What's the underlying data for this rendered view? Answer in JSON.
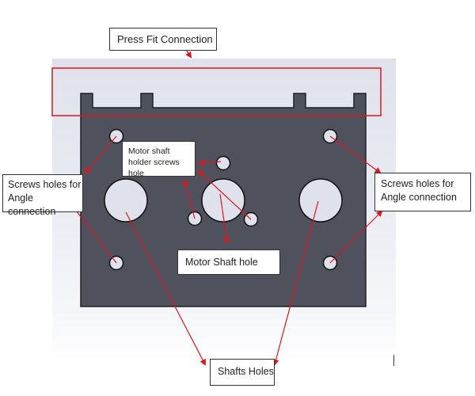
{
  "figure": {
    "title": "Plate design annotations",
    "colors": {
      "plate": "#4f515c",
      "plate_outline": "#1f2026",
      "hole_fill": "#dfe2ec",
      "annotation": "#e0141c",
      "background_top": "#dfe2ec"
    }
  },
  "labels": {
    "press_fit": "Press Fit Connection",
    "screws_left_line1": "Screws holes for",
    "screws_left_line2": "Angle connection",
    "screws_right_line1": "Screws holes for",
    "screws_right_line2": "Angle connection",
    "motor_holder_line1": "Motor shaft",
    "motor_holder_line2": "holder screws hole",
    "motor_shaft_hole": "Motor Shaft hole",
    "shafts_holes": "Shafts Holes"
  },
  "components": {
    "angle_screw_holes": 4,
    "shaft_holes": 3,
    "motor_holder_screw_holes": 3,
    "press_fit_tabs": 4
  }
}
